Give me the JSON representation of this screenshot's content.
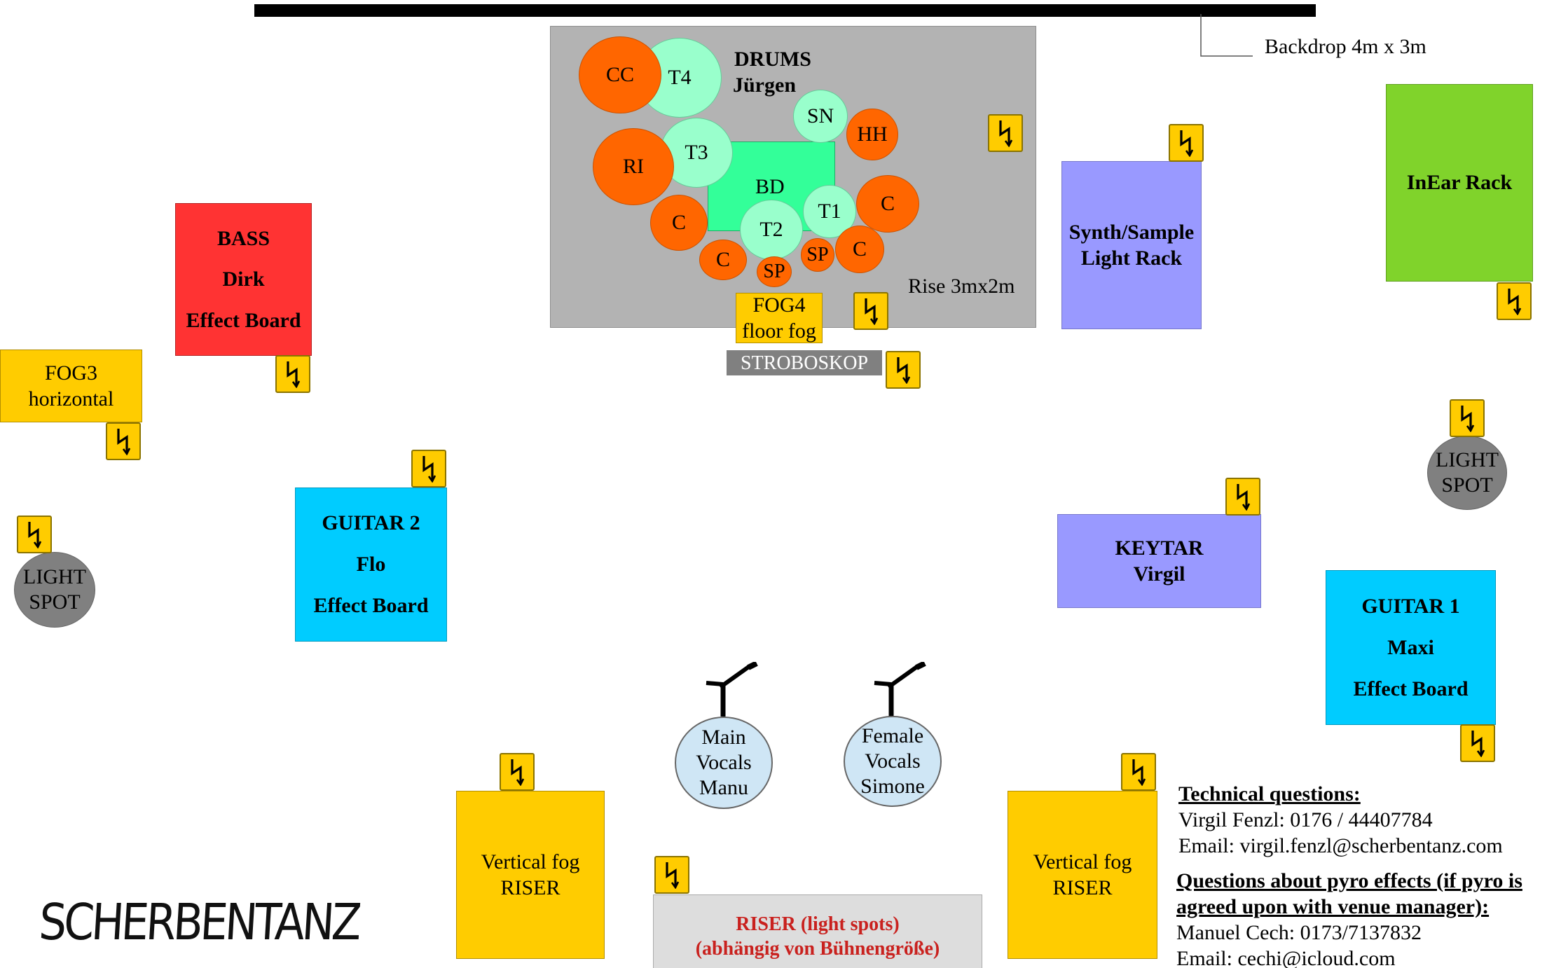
{
  "backdrop": {
    "label": "Backdrop 4m x 3m"
  },
  "drum_riser": {
    "title": "DRUMS",
    "player": "Jürgen",
    "size_label": "Rise 3mx2m"
  },
  "drums": {
    "cc": "CC",
    "t4": "T4",
    "sn": "SN",
    "hh": "HH",
    "ri": "RI",
    "t3": "T3",
    "bd": "BD",
    "t1": "T1",
    "t2": "T2",
    "c": "C",
    "sp": "SP"
  },
  "fog4": {
    "line1": "FOG4",
    "line2": "floor fog"
  },
  "stroboskop": {
    "label": "STROBOSKOP"
  },
  "synth_rack": {
    "line1": "Synth/Sample",
    "line2": "Light Rack"
  },
  "inear_rack": {
    "label": "InEar Rack"
  },
  "bass": {
    "title": "BASS",
    "player": "Dirk",
    "board": "Effect Board"
  },
  "fog3": {
    "line1": "FOG3",
    "line2": "horizontal"
  },
  "guitar2": {
    "title": "GUITAR 2",
    "player": "Flo",
    "board": "Effect Board"
  },
  "guitar1": {
    "title": "GUITAR 1",
    "player": "Maxi",
    "board": "Effect Board"
  },
  "keytar": {
    "title": "KEYTAR",
    "player": "Virgil"
  },
  "light_spot": {
    "line1": "LIGHT",
    "line2": "SPOT"
  },
  "main_vocals": {
    "line1": "Main",
    "line2": "Vocals",
    "line3": "Manu"
  },
  "female_vocals": {
    "line1": "Female",
    "line2": "Vocals",
    "line3": "Simone"
  },
  "vertical_fog": {
    "line1": "Vertical fog",
    "line2": "RISER"
  },
  "riser_light": {
    "line1": "RISER (light spots)",
    "line2": "(abhängig von Bühnengröße)"
  },
  "logo": {
    "text": "SCHERBENTANZ"
  },
  "contact": {
    "tech_heading": "Technical questions:",
    "tech_name": "Virgil Fenzl: 0176 / 44407784",
    "tech_email": "Email: virgil.fenzl@scherbentanz.com",
    "pyro_heading_1": "Questions about pyro effects (if pyro is",
    "pyro_heading_2": "agreed upon with venue manager):",
    "pyro_name": "Manuel Cech: 0173/7137832",
    "pyro_email": "Email: cechi@icloud.com"
  },
  "colors": {
    "bass": "#ff3333",
    "guitar": "#00ccff",
    "keys": "#9999ff",
    "inear": "#80d32b",
    "fog": "#ffcc00",
    "drum_riser": "#b3b3b3",
    "bass_drum": "#33ff99",
    "drum_orange": "#ff6600",
    "drum_green": "#99ffcc",
    "riser_light_text": "#c9211e"
  },
  "icons": {
    "power": "lightning-bolt-icon",
    "mic": "microphone-stand-icon"
  }
}
